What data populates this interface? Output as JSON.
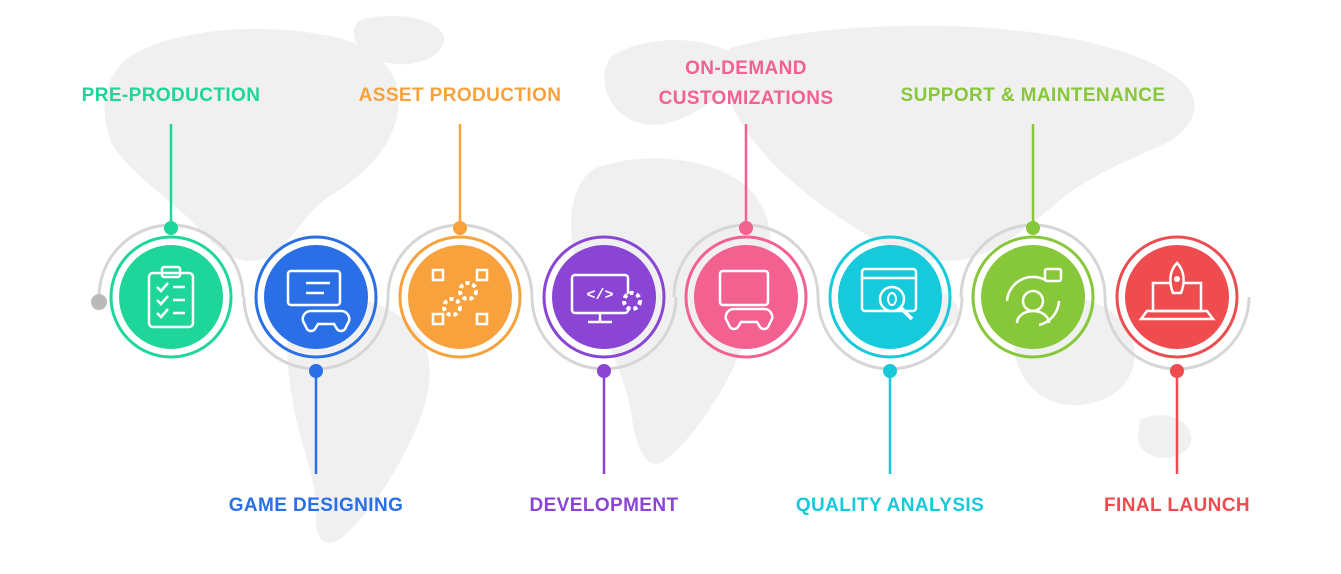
{
  "steps": [
    {
      "label_lines": [
        "PRE-PRODUCTION"
      ],
      "icon": "clipboard-checklist-icon",
      "color": "#1fd69a"
    },
    {
      "label_lines": [
        "GAME DESIGNING"
      ],
      "icon": "code-gamepad-icon",
      "color": "#2a6fe6"
    },
    {
      "label_lines": [
        "ASSET PRODUCTION"
      ],
      "icon": "gears-flow-icon",
      "color": "#f7a23c"
    },
    {
      "label_lines": [
        "DEVELOPMENT"
      ],
      "icon": "code-monitor-icon",
      "color": "#8a45d4"
    },
    {
      "label_lines": [
        "ON-DEMAND",
        "CUSTOMIZATIONS"
      ],
      "icon": "monitor-gamepad-icon",
      "color": "#f2618f"
    },
    {
      "label_lines": [
        "QUALITY ANALYSIS"
      ],
      "icon": "bug-inspection-icon",
      "color": "#16c9db"
    },
    {
      "label_lines": [
        "SUPPORT & MAINTENANCE"
      ],
      "icon": "support-agent-icon",
      "color": "#86c83a"
    },
    {
      "label_lines": [
        "FINAL LAUNCH"
      ],
      "icon": "rocket-laptop-icon",
      "color": "#ef4c50"
    }
  ]
}
